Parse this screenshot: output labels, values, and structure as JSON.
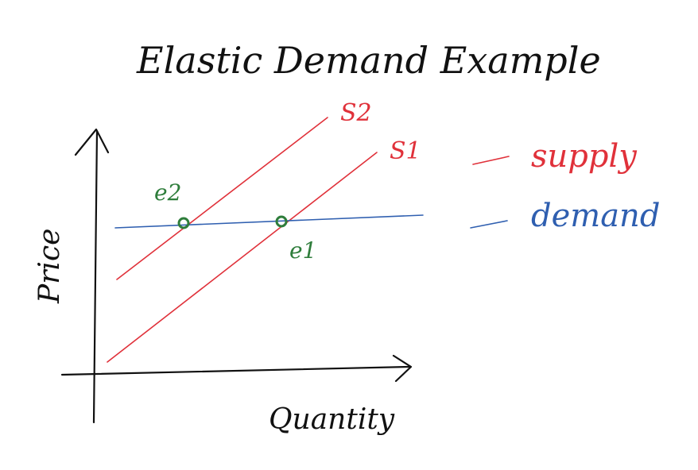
{
  "title": "Elastic Demand Example",
  "axes": {
    "x_label": "Quantity",
    "y_label": "Price"
  },
  "curves": {
    "s1_label": "S1",
    "s2_label": "S2"
  },
  "points": {
    "e1_label": "e1",
    "e2_label": "e2"
  },
  "legend": {
    "supply_label": "supply",
    "demand_label": "demand"
  },
  "colors": {
    "supply": "#e0313a",
    "demand": "#2f5fb0",
    "equilibrium": "#2e7d3b",
    "ink": "#111111"
  }
}
